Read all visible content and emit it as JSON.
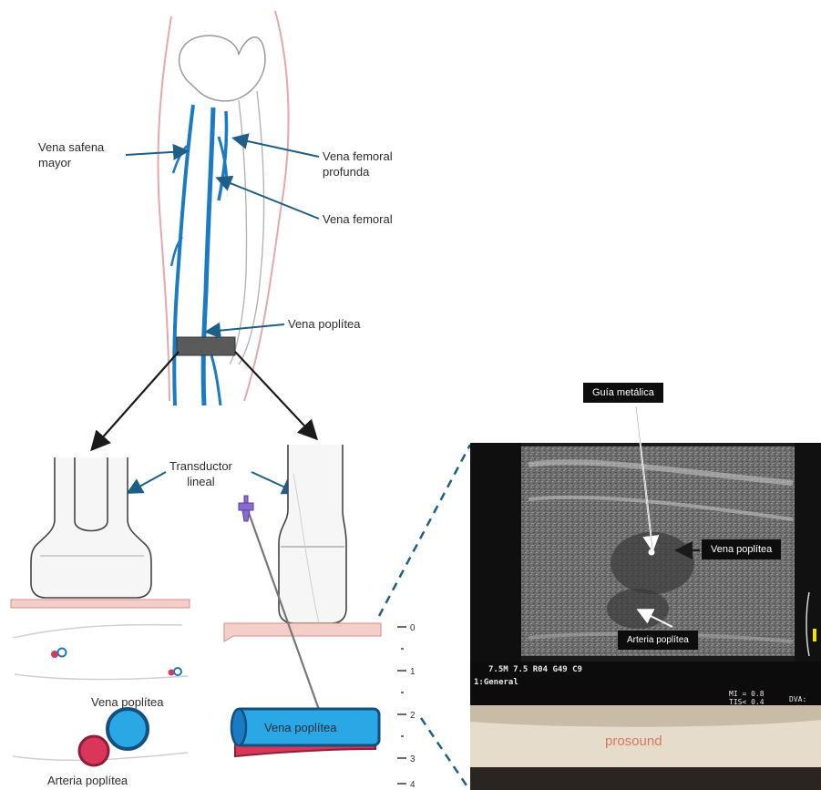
{
  "labels": {
    "vena_safena_mayor_l1": "Vena safena",
    "vena_safena_mayor_l2": "mayor",
    "vena_femoral_profunda_l1": "Vena femoral",
    "vena_femoral_profunda_l2": "profunda",
    "vena_femoral": "Vena femoral",
    "vena_poplitea_top": "Vena poplítea",
    "transductor_l1": "Transductor",
    "transductor_l2": "lineal",
    "vena_poplitea_cross": "Vena poplítea",
    "arteria_poplitea_cross": "Arteria poplítea",
    "vena_poplitea_long": "Vena poplítea"
  },
  "ultrasound": {
    "guia_label": "Guía metálica",
    "vena_label": "Vena poplítea",
    "arteria_label": "Arteria poplítea",
    "params_text": "7.5M 7.5 R04 G49 C9",
    "preset_text": "1:General",
    "mi_text": "MI = 0.8",
    "tis_text": "TIS< 0.4",
    "dva_text": "DVA:",
    "brand": "prosound"
  },
  "depth_scale": [
    "0",
    "1",
    "2",
    "3",
    "4"
  ],
  "colors": {
    "vein_blue": "#1b7ac4",
    "vein_light": "#2aa8e6",
    "artery_red": "#d9365a",
    "skin_pink": "#e8a7a7",
    "leader_line": "#1d5f86",
    "dashed_line": "#1d5f86",
    "needle_purple": "#8a6ad0"
  }
}
